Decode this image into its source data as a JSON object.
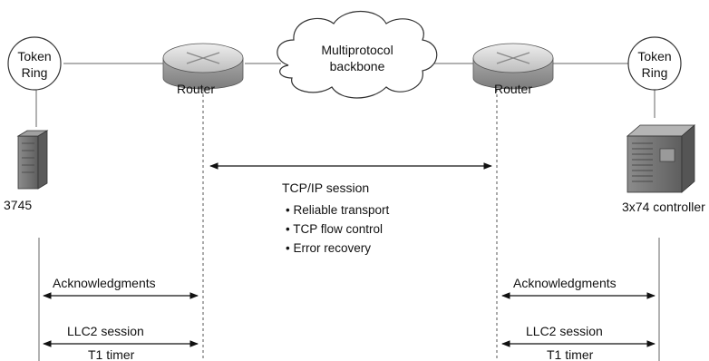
{
  "nodes": {
    "token_ring_left": {
      "line1": "Token",
      "line2": "Ring"
    },
    "router_left": {
      "label": "Router"
    },
    "backbone": {
      "line1": "Multiprotocol",
      "line2": "backbone"
    },
    "router_right": {
      "label": "Router"
    },
    "token_ring_right": {
      "line1": "Token",
      "line2": "Ring"
    },
    "fep_3745": {
      "label": "3745"
    },
    "controller_3x74": {
      "label": "3x74 controller"
    }
  },
  "tcp_session": {
    "title": "TCP/IP session",
    "bullets": [
      "• Reliable transport",
      "• TCP flow control",
      "• Error recovery"
    ]
  },
  "left_links": {
    "acknowledgments": "Acknowledgments",
    "llc2_session": "LLC2 session",
    "t1_timer": "T1 timer"
  },
  "right_links": {
    "acknowledgments": "Acknowledgments",
    "llc2_session": "LLC2 session",
    "t1_timer": "T1 timer"
  },
  "colors": {
    "line": "#555555",
    "router_top": "#d8d8d8",
    "router_side": "#9a9a9a",
    "device": "#7a7a7a"
  }
}
